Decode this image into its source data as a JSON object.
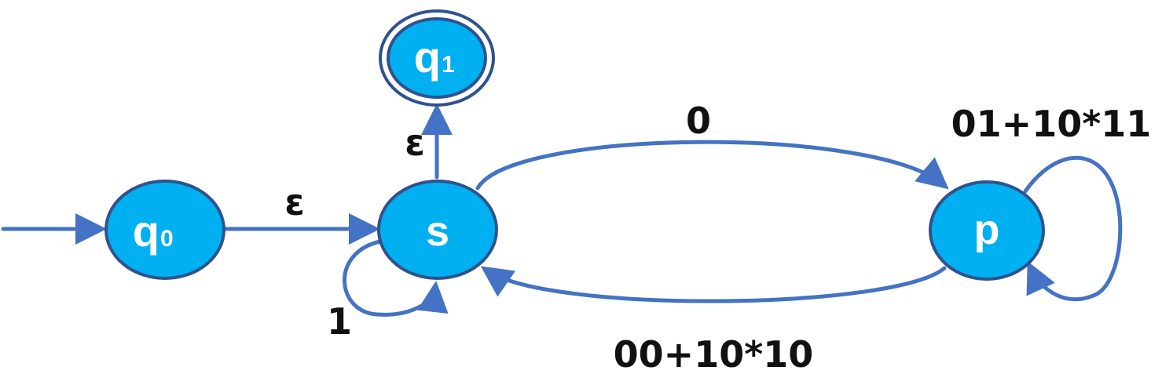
{
  "colors": {
    "state_fill": "#00b0f0",
    "state_border": "#2f528f",
    "edge": "#4472c4",
    "state_text": "#ffffff",
    "edge_label_text": "#111111"
  },
  "states": {
    "q0": {
      "name": "q",
      "subscript": "0",
      "start": true,
      "accepting": false
    },
    "q1": {
      "name": "q",
      "subscript": "1",
      "start": false,
      "accepting": true
    },
    "s": {
      "name": "s",
      "subscript": "",
      "start": false,
      "accepting": false
    },
    "p": {
      "name": "p",
      "subscript": "",
      "start": false,
      "accepting": false
    }
  },
  "transitions": {
    "q0_to_s": {
      "from": "q0",
      "to": "s",
      "label": "ε"
    },
    "s_to_q1": {
      "from": "s",
      "to": "q1",
      "label": "ε"
    },
    "s_loop": {
      "from": "s",
      "to": "s",
      "label": "1"
    },
    "s_to_p": {
      "from": "s",
      "to": "p",
      "label": "0"
    },
    "p_to_s": {
      "from": "p",
      "to": "s",
      "label": "00+10*10"
    },
    "p_loop": {
      "from": "p",
      "to": "p",
      "label": "01+10*11"
    }
  }
}
